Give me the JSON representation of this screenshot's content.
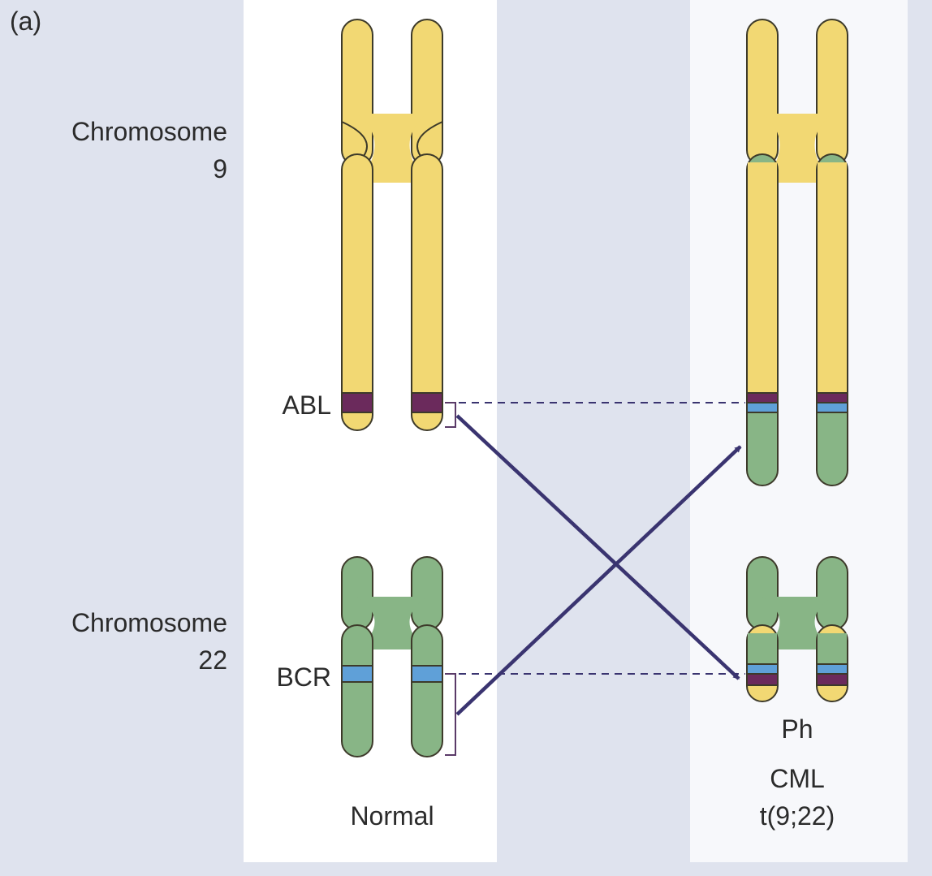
{
  "panel_label": "(a)",
  "chromosome_labels": {
    "chr9_line1": "Chromosome",
    "chr9_line2": "9",
    "chr22_line1": "Chromosome",
    "chr22_line2": "22"
  },
  "gene_labels": {
    "abl": "ABL",
    "bcr": "BCR"
  },
  "column_labels": {
    "normal": "Normal",
    "ph": "Ph",
    "cml_line1": "CML",
    "cml_line2": "t(9;22)"
  },
  "colors": {
    "chromosome_9": "#f2d873",
    "chromosome_22": "#88b586",
    "abl_band": "#6b2a5c",
    "bcr_band": "#5fa0d8",
    "arrow": "#3a3470",
    "outline": "#3d3a2a",
    "background": "#dfe3ee",
    "panel": "#ffffff"
  }
}
